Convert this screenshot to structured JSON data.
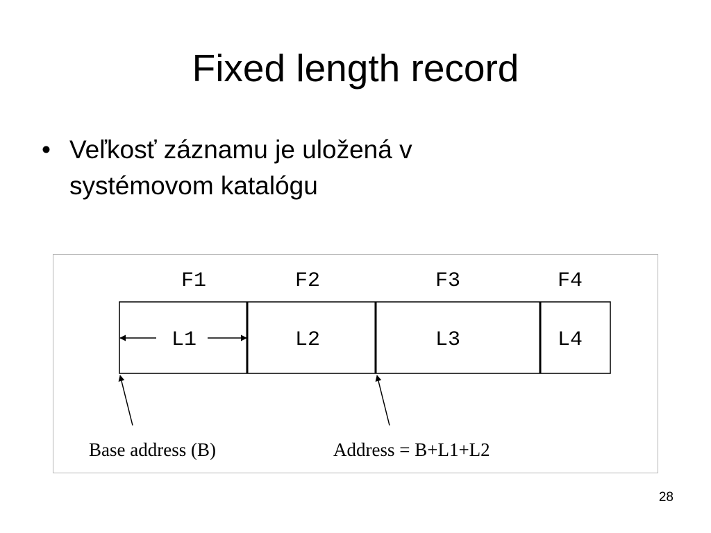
{
  "slide": {
    "title": "Fixed length record",
    "bullet_symbol": "•",
    "bullet_lines": [
      "Veľkosť záznamu je uložená v",
      "systémovom katalógu"
    ],
    "page_number": "28"
  },
  "diagram": {
    "fields": [
      {
        "name": "F1",
        "length": "L1"
      },
      {
        "name": "F2",
        "length": "L2"
      },
      {
        "name": "F3",
        "length": "L3"
      },
      {
        "name": "F4",
        "length": "L4"
      }
    ],
    "labels": {
      "base": "Base address (B)",
      "address": "Address = B+L1+L2"
    },
    "colors": {
      "stroke": "#000000",
      "frame": "#b5b5b5"
    }
  }
}
